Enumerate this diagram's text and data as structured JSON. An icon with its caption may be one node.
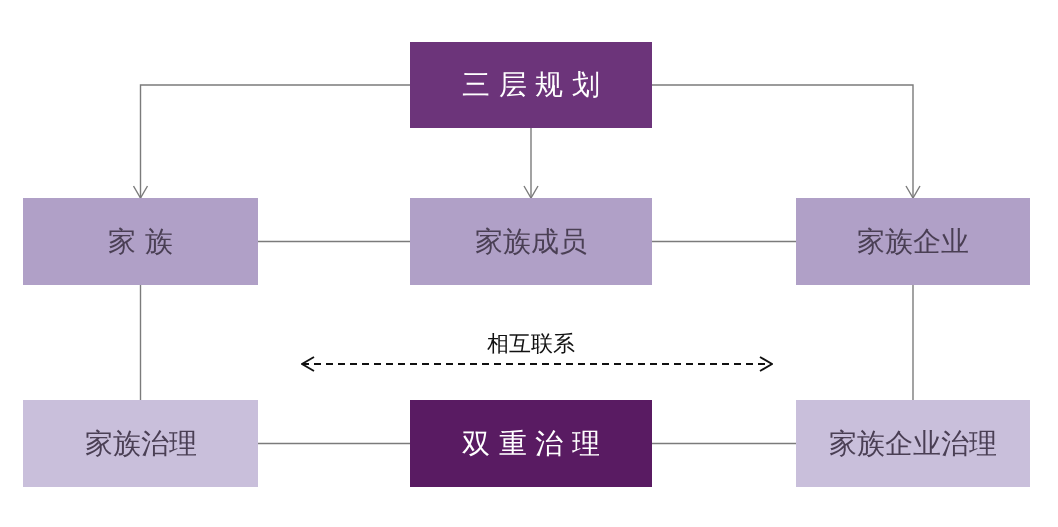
{
  "diagram": {
    "nodes": [
      {
        "text": [
          "三层规划"
        ]
      },
      {
        "text": [
          "家 族"
        ]
      },
      {
        "text": [
          "家族成员"
        ]
      },
      {
        "text": [
          "家族企业"
        ]
      },
      {
        "text": [
          "家族治理"
        ]
      },
      {
        "text": [
          "双重治理"
        ]
      },
      {
        "text": [
          "家族企业治理"
        ]
      }
    ],
    "edges": [
      {
        "from": 0,
        "to": 1,
        "arrow": "to"
      },
      {
        "from": 0,
        "to": 2,
        "arrow": "to"
      },
      {
        "from": 0,
        "to": 3,
        "arrow": "to"
      },
      {
        "from": 1,
        "to": 2,
        "arrow": "none"
      },
      {
        "from": 2,
        "to": 3,
        "arrow": "none"
      },
      {
        "from": 1,
        "to": 4,
        "arrow": "none"
      },
      {
        "from": 3,
        "to": 6,
        "arrow": "none"
      },
      {
        "from": 4,
        "to": 5,
        "arrow": "none"
      },
      {
        "from": 5,
        "to": 6,
        "arrow": "none"
      }
    ],
    "labels": [
      "相互联系"
    ]
  }
}
